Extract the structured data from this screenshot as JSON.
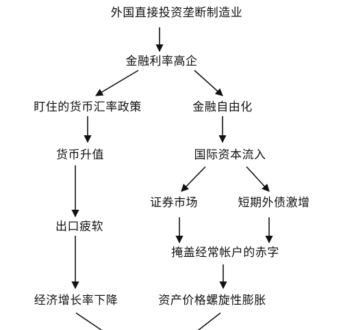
{
  "nodes": {
    "n1": "外国直接投资垄断制造业",
    "n2": "金融利率高企",
    "n3": "盯住的货币汇率政策",
    "n4": "金融自由化",
    "n5": "货币升值",
    "n6": "国际资本流入",
    "n7": "证券市场",
    "n8": "短期外债激增",
    "n9": "出口疲软",
    "n10": "掩盖经常帐户的赤字",
    "n11": "经济增长率下降",
    "n12": "资产价格螺旋性膨胀"
  },
  "colors": {
    "line": "#111111",
    "text": "#111111",
    "background": "#ffffff"
  }
}
